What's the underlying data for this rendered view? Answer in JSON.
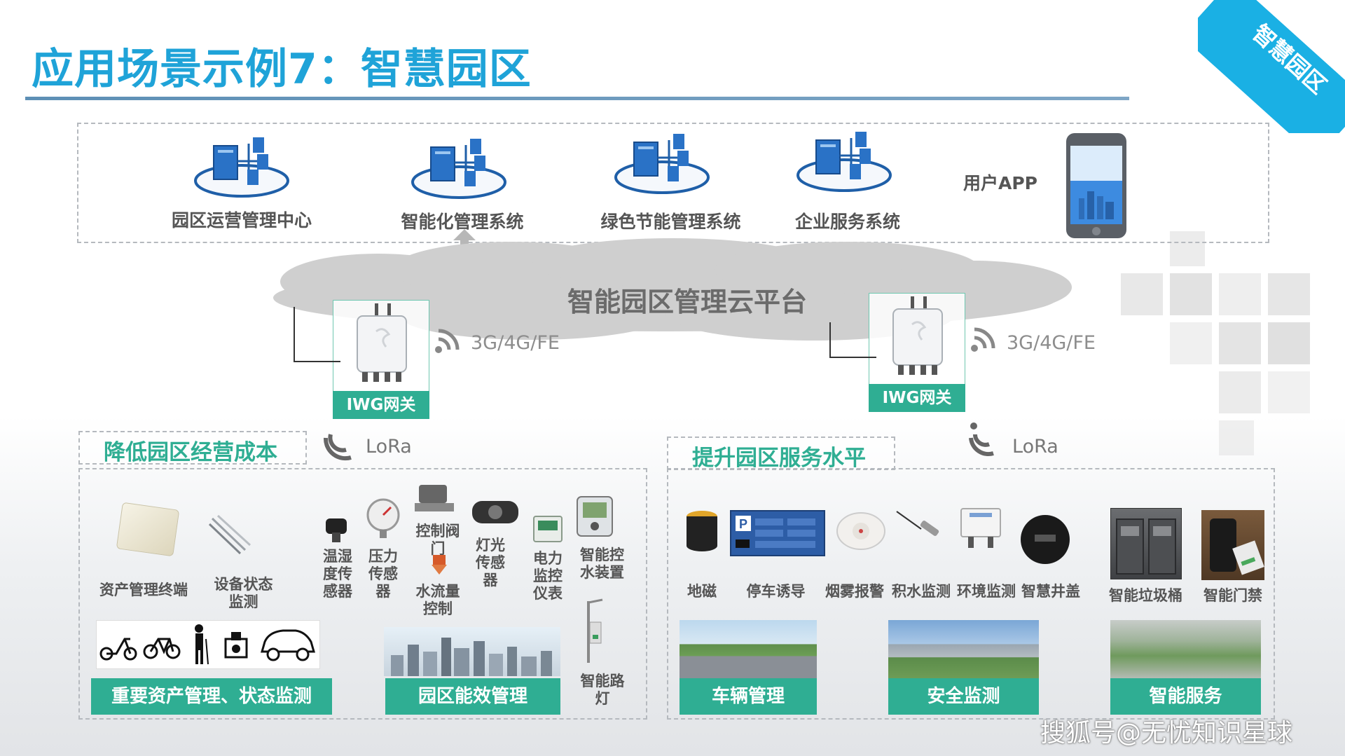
{
  "header": {
    "title": "应用场景示例7：智慧园区",
    "corner_tag": "智慧园区"
  },
  "top_systems": [
    {
      "label": "园区运营管理中心",
      "icon": "server-network-icon"
    },
    {
      "label": "智能化管理系统",
      "icon": "server-network-icon"
    },
    {
      "label": "绿色节能管理系统",
      "icon": "server-network-icon"
    },
    {
      "label": "企业服务系统",
      "icon": "server-network-icon"
    }
  ],
  "user_app": {
    "label": "用户APP",
    "icon": "smartphone-icon"
  },
  "cloud": {
    "label": "智能园区管理云平台"
  },
  "gateways": [
    {
      "label": "IWG网关",
      "uplink": "3G/4G/FE",
      "downlink": "LoRa"
    },
    {
      "label": "IWG网关",
      "uplink": "3G/4G/FE",
      "downlink": "LoRa"
    }
  ],
  "left_section": {
    "title": "降低园区经营成本",
    "devices": [
      {
        "label": "资产管理终端"
      },
      {
        "label": "设备状态监测"
      },
      {
        "label": "温湿度传感器"
      },
      {
        "label": "压力传感器"
      },
      {
        "label": "控制阀门"
      },
      {
        "label": "水流量控制"
      },
      {
        "label": "灯光传感器"
      },
      {
        "label": "电力监控仪表"
      },
      {
        "label": "智能控水装置"
      },
      {
        "label": "智能路灯"
      }
    ],
    "vehicle_icons": [
      "electric-scooter-icon",
      "bicycle-icon",
      "elderly-person-icon",
      "machine-icon",
      "car-icon"
    ],
    "banners": [
      {
        "label": "重要资产管理、状态监测"
      },
      {
        "label": "园区能效管理"
      }
    ]
  },
  "right_section": {
    "title": "提升园区服务水平",
    "devices": [
      {
        "label": "地磁"
      },
      {
        "label": "停车诱导"
      },
      {
        "label": "烟雾报警"
      },
      {
        "label": "积水监测"
      },
      {
        "label": "环境监测"
      },
      {
        "label": "智慧井盖"
      },
      {
        "label": "智能垃圾桶"
      },
      {
        "label": "智能门禁"
      }
    ],
    "banners": [
      {
        "label": "车辆管理"
      },
      {
        "label": "安全监测"
      },
      {
        "label": "智能服务"
      }
    ]
  },
  "watermark": "搜狐号@无忧知识星球",
  "colors": {
    "title": "#1fa3d8",
    "accent_green": "#2fae93",
    "corner": "#1ab0e4"
  }
}
